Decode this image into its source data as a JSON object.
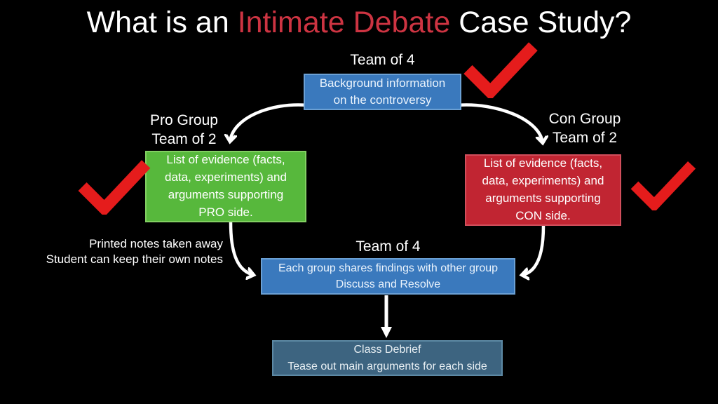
{
  "title": {
    "prefix": "What is an ",
    "highlight": "Intimate Debate",
    "suffix": " Case Study?"
  },
  "nodes": {
    "background": {
      "label": "Team of 4",
      "text": "Background information\non the controversy"
    },
    "pro": {
      "label": "Pro Group\nTeam of 2",
      "text": "List of evidence (facts,\ndata, experiments) and\narguments supporting\nPRO side."
    },
    "con": {
      "label": "Con Group\nTeam of 2",
      "text": "List of evidence (facts,\ndata, experiments) and\narguments supporting\nCON side."
    },
    "share": {
      "label": "Team of 4",
      "text": "Each group shares findings with other group\nDiscuss and Resolve"
    },
    "debrief": {
      "text": "Class Debrief\nTease out main arguments for each side"
    }
  },
  "annotations": {
    "notes": "Printed notes taken away\nStudent can keep their own notes"
  },
  "icons": {
    "checkmark": "checkmark-icon"
  },
  "colors": {
    "background": "#000000",
    "title-red": "#cd3442",
    "check-red": "#e51c1c",
    "box-blue": "#3a79bd",
    "box-blue-border": "#6ba0d4",
    "box-green": "#57b83c",
    "box-green-border": "#82cf62",
    "box-red": "#c12532",
    "box-red-border": "#d14f5c",
    "box-slate": "#3d6480",
    "box-slate-border": "#5d89a4",
    "arrow-white": "#ffffff",
    "text-white": "#ffffff"
  }
}
